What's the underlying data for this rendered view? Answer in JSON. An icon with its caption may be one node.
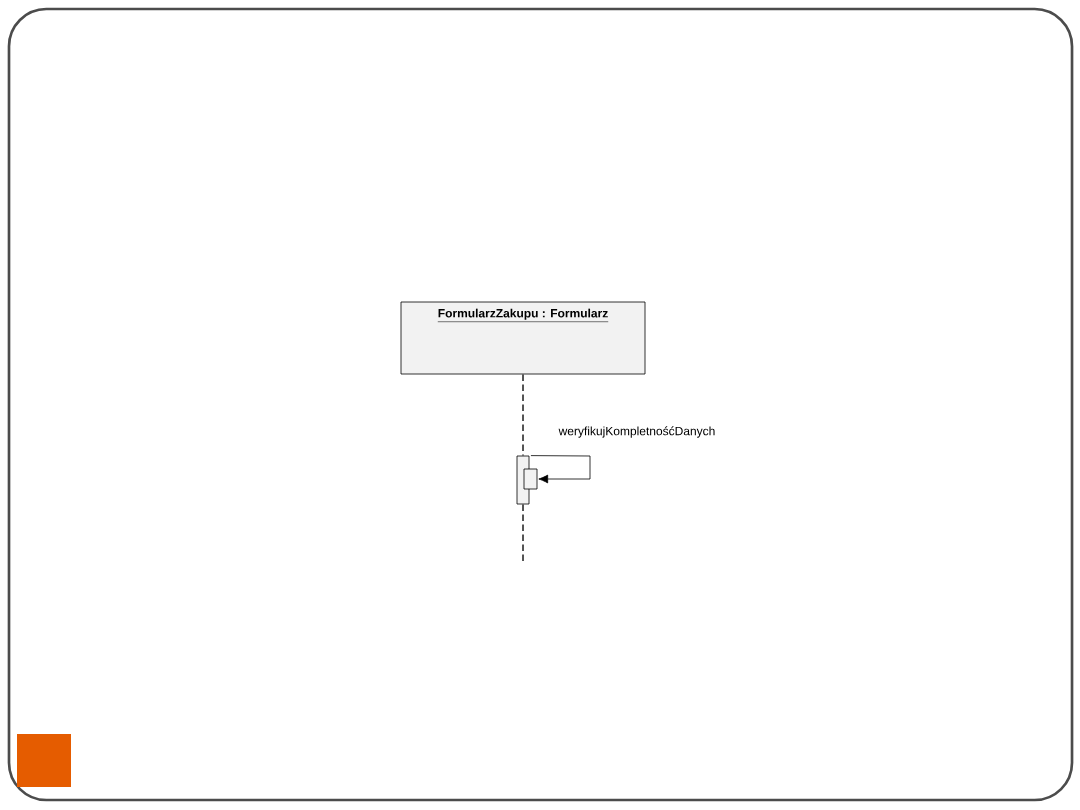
{
  "diagram": {
    "nodes": [
      {
        "text": [
          "FormularzZakupu : Formularz"
        ]
      },
      {
        "text": [],
        "shape": "bar"
      },
      {
        "text": [],
        "shape": "bar"
      }
    ],
    "edges": [
      {
        "from": 0,
        "to": 1,
        "arrow": "none",
        "style": "dashed"
      },
      {
        "from": 1,
        "to": null,
        "arrow": "none",
        "style": "dashed"
      },
      {
        "from": 1,
        "to": 2,
        "arrow": "to",
        "label": "weryfikujKompletnośćDanych"
      }
    ]
  }
}
